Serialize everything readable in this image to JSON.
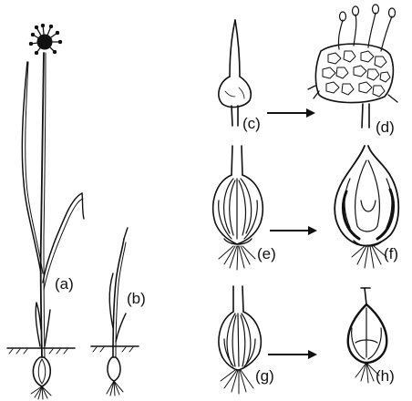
{
  "figure": {
    "panels": [
      {
        "id": "a",
        "label": "(a)"
      },
      {
        "id": "b",
        "label": "(b)"
      },
      {
        "id": "c",
        "label": "(c)"
      },
      {
        "id": "d",
        "label": "(d)"
      },
      {
        "id": "e",
        "label": "(e)"
      },
      {
        "id": "f",
        "label": "(f)"
      },
      {
        "id": "g",
        "label": "(g)"
      },
      {
        "id": "h",
        "label": "(h)"
      }
    ],
    "arrows": [
      {
        "from": "c",
        "to": "d"
      },
      {
        "from": "e",
        "to": "f"
      },
      {
        "from": "g",
        "to": "h"
      }
    ]
  }
}
